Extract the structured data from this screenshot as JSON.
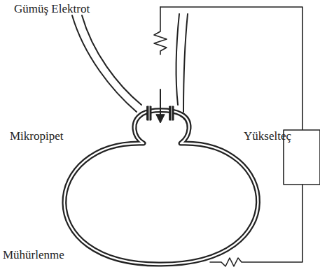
{
  "diagram": {
    "labels": [
      "Gümüş Elektrot",
      "Mikropipet",
      "Yükselteç",
      "Mühürlenme"
    ]
  }
}
